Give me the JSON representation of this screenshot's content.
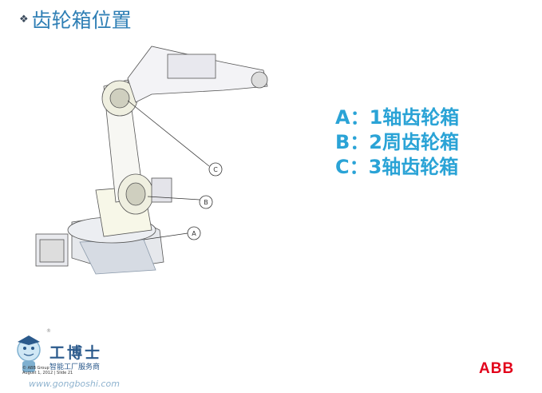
{
  "slide": {
    "title": "齿轮箱位置",
    "bullet_icon": "diamond-bullet-icon",
    "labels": [
      "A：1轴齿轮箱",
      "B：2周齿轮箱",
      "C：3轴齿轮箱"
    ],
    "callouts": [
      "A",
      "B",
      "C"
    ]
  },
  "footer": {
    "company": "© ABB Group",
    "date_slide": "August 1, 2012 | Slide 21",
    "watermark_name": "工博士",
    "watermark_sub": "智能工厂服务商",
    "watermark_url": "www.gongboshi.com",
    "brand": "ABB"
  },
  "colors": {
    "title": "#2f7fb5",
    "labels": "#2aa3d6",
    "brand": "#e2001a"
  }
}
